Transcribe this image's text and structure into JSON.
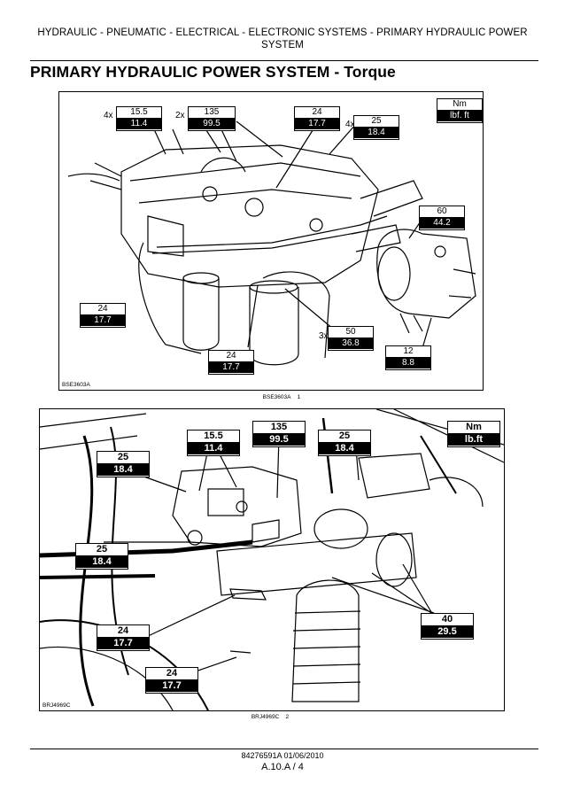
{
  "header": {
    "line1": "HYDRAULIC - PNEUMATIC - ELECTRICAL - ELECTRONIC SYSTEMS - PRIMARY HYDRAULIC POWER",
    "line2": "SYSTEM"
  },
  "title": "PRIMARY HYDRAULIC POWER SYSTEM - Torque",
  "figure1": {
    "code": "BSE3603A",
    "caption_code": "BSE3603A",
    "caption_num": "1",
    "units": {
      "nm": "Nm",
      "lbft": "lbf. ft"
    },
    "labels": [
      {
        "mult": "4x",
        "nm": "15.5",
        "lbft": "11.4"
      },
      {
        "mult": "2x",
        "nm": "135",
        "lbft": "99.5"
      },
      {
        "mult": "",
        "nm": "24",
        "lbft": "17.7"
      },
      {
        "mult": "4x",
        "nm": "25",
        "lbft": "18.4"
      },
      {
        "mult": "",
        "nm": "60",
        "lbft": "44.2"
      },
      {
        "mult": "",
        "nm": "24",
        "lbft": "17.7"
      },
      {
        "mult": "3x",
        "nm": "50",
        "lbft": "36.8"
      },
      {
        "mult": "",
        "nm": "12",
        "lbft": "8.8"
      },
      {
        "mult": "",
        "nm": "24",
        "lbft": "17.7"
      }
    ]
  },
  "figure2": {
    "code": "BRJ4969C",
    "caption_code": "BRJ4969C",
    "caption_num": "2",
    "units": {
      "nm": "Nm",
      "lbft": "lb.ft"
    },
    "labels": [
      {
        "nm": "15.5",
        "lbft": "11.4"
      },
      {
        "nm": "135",
        "lbft": "99.5"
      },
      {
        "nm": "25",
        "lbft": "18.4"
      },
      {
        "nm": "25",
        "lbft": "18.4"
      },
      {
        "nm": "25",
        "lbft": "18.4"
      },
      {
        "nm": "40",
        "lbft": "29.5"
      },
      {
        "nm": "24",
        "lbft": "17.7"
      },
      {
        "nm": "24",
        "lbft": "17.7"
      }
    ]
  },
  "footer": {
    "doc": "84276591A 01/06/2010",
    "page": "A.10.A / 4"
  }
}
